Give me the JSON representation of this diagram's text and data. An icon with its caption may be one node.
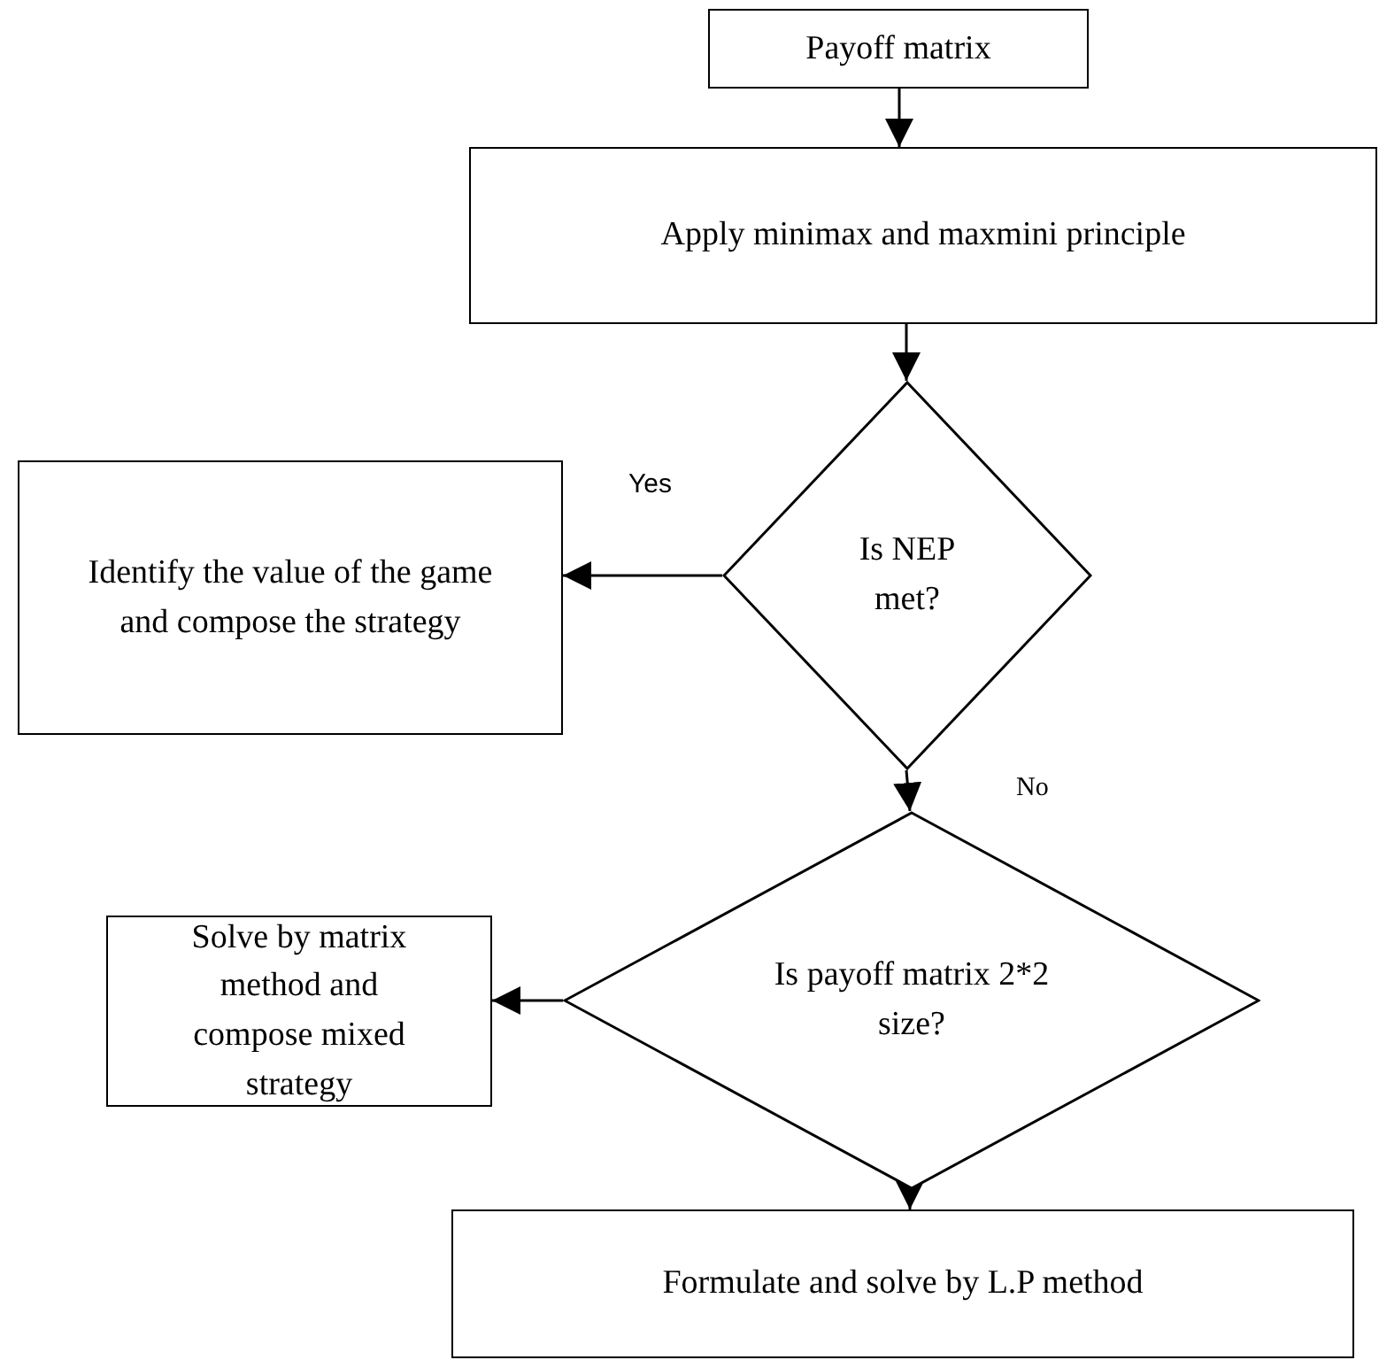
{
  "diagram": {
    "nodes": [
      {
        "text": [
          "Payoff matrix"
        ]
      },
      {
        "text": [
          "Apply minimax and maxmini principle"
        ]
      },
      {
        "text": [
          "Is NEP met?"
        ]
      },
      {
        "text": [
          "Identify the value of the game and compose the strategy"
        ]
      },
      {
        "text": [
          "Is payoff matrix 2*2 size?"
        ]
      },
      {
        "text": [
          "Solve by matrix method and compose mixed strategy"
        ]
      },
      {
        "text": [
          "Formulate and solve by L.P method"
        ]
      }
    ],
    "edges": [
      {
        "from": 0,
        "to": 1,
        "arrow": "to"
      },
      {
        "from": 1,
        "to": 2,
        "arrow": "to"
      },
      {
        "from": 2,
        "to": 3,
        "arrow": "to",
        "label": "Yes"
      },
      {
        "from": 2,
        "to": 4,
        "arrow": "to",
        "label": "No"
      },
      {
        "from": 4,
        "to": 5,
        "arrow": "to"
      },
      {
        "from": 4,
        "to": 6,
        "arrow": "to"
      }
    ]
  }
}
